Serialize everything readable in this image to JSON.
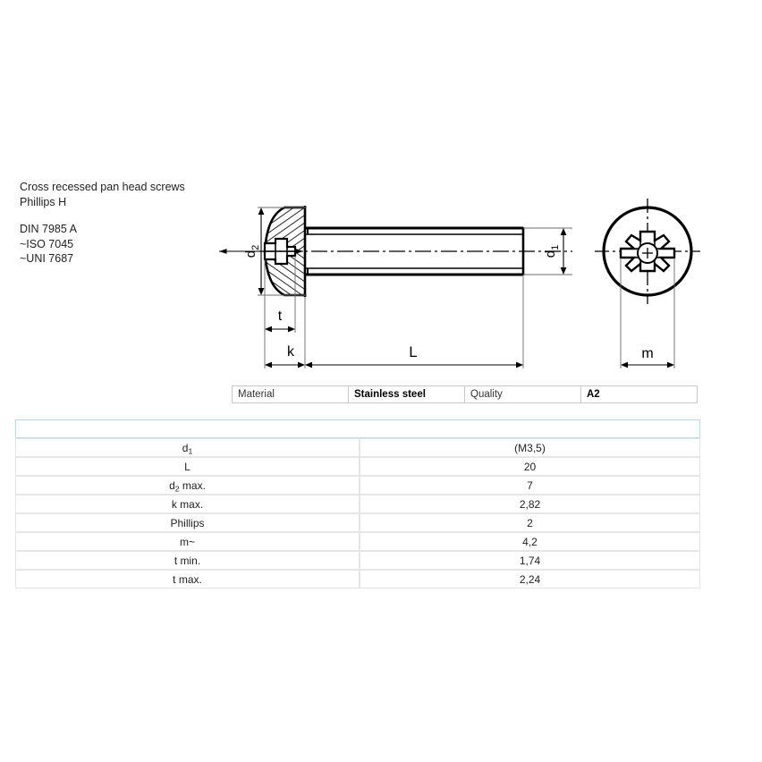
{
  "title": {
    "line1": "Cross recessed pan head screws",
    "line2": "Phillips H",
    "standard1": "DIN 7985 A",
    "standard2": "~ISO 7045",
    "standard3": "~UNI 7687"
  },
  "drawing": {
    "dimension_labels": {
      "head_diameter": "d2",
      "shaft_diameter": "d1",
      "recess_depth": "t",
      "head_height": "k",
      "length": "L",
      "recess_width": "m"
    },
    "views": {
      "side": "side-section-view",
      "end": "end-view"
    }
  },
  "spec_bar": {
    "material_label": "Material",
    "material_value": "Stainless steel",
    "quality_label": "Quality",
    "quality_value": "A2"
  },
  "table": {
    "header_left": "",
    "header_right": "",
    "rows": [
      {
        "name_base": "d",
        "name_sub": "1",
        "name_suffix": "",
        "value": "(M3,5)"
      },
      {
        "name_base": "L",
        "name_sub": "",
        "name_suffix": "",
        "value": "20"
      },
      {
        "name_base": "d",
        "name_sub": "2",
        "name_suffix": " max.",
        "value": "7"
      },
      {
        "name_base": "k",
        "name_sub": "",
        "name_suffix": " max.",
        "value": "2,82"
      },
      {
        "name_base": "Phillips",
        "name_sub": "",
        "name_suffix": "",
        "value": "2"
      },
      {
        "name_base": "m~",
        "name_sub": "",
        "name_suffix": "",
        "value": "4,2"
      },
      {
        "name_base": "t",
        "name_sub": "",
        "name_suffix": " min.",
        "value": "1,74"
      },
      {
        "name_base": "t",
        "name_sub": "",
        "name_suffix": " max.",
        "value": "2,24"
      }
    ]
  },
  "colors": {
    "header_border": "#bcd9e2",
    "row_border": "#e6e6e6",
    "cell_border": "#c8c8c8",
    "ink": "#000000"
  }
}
